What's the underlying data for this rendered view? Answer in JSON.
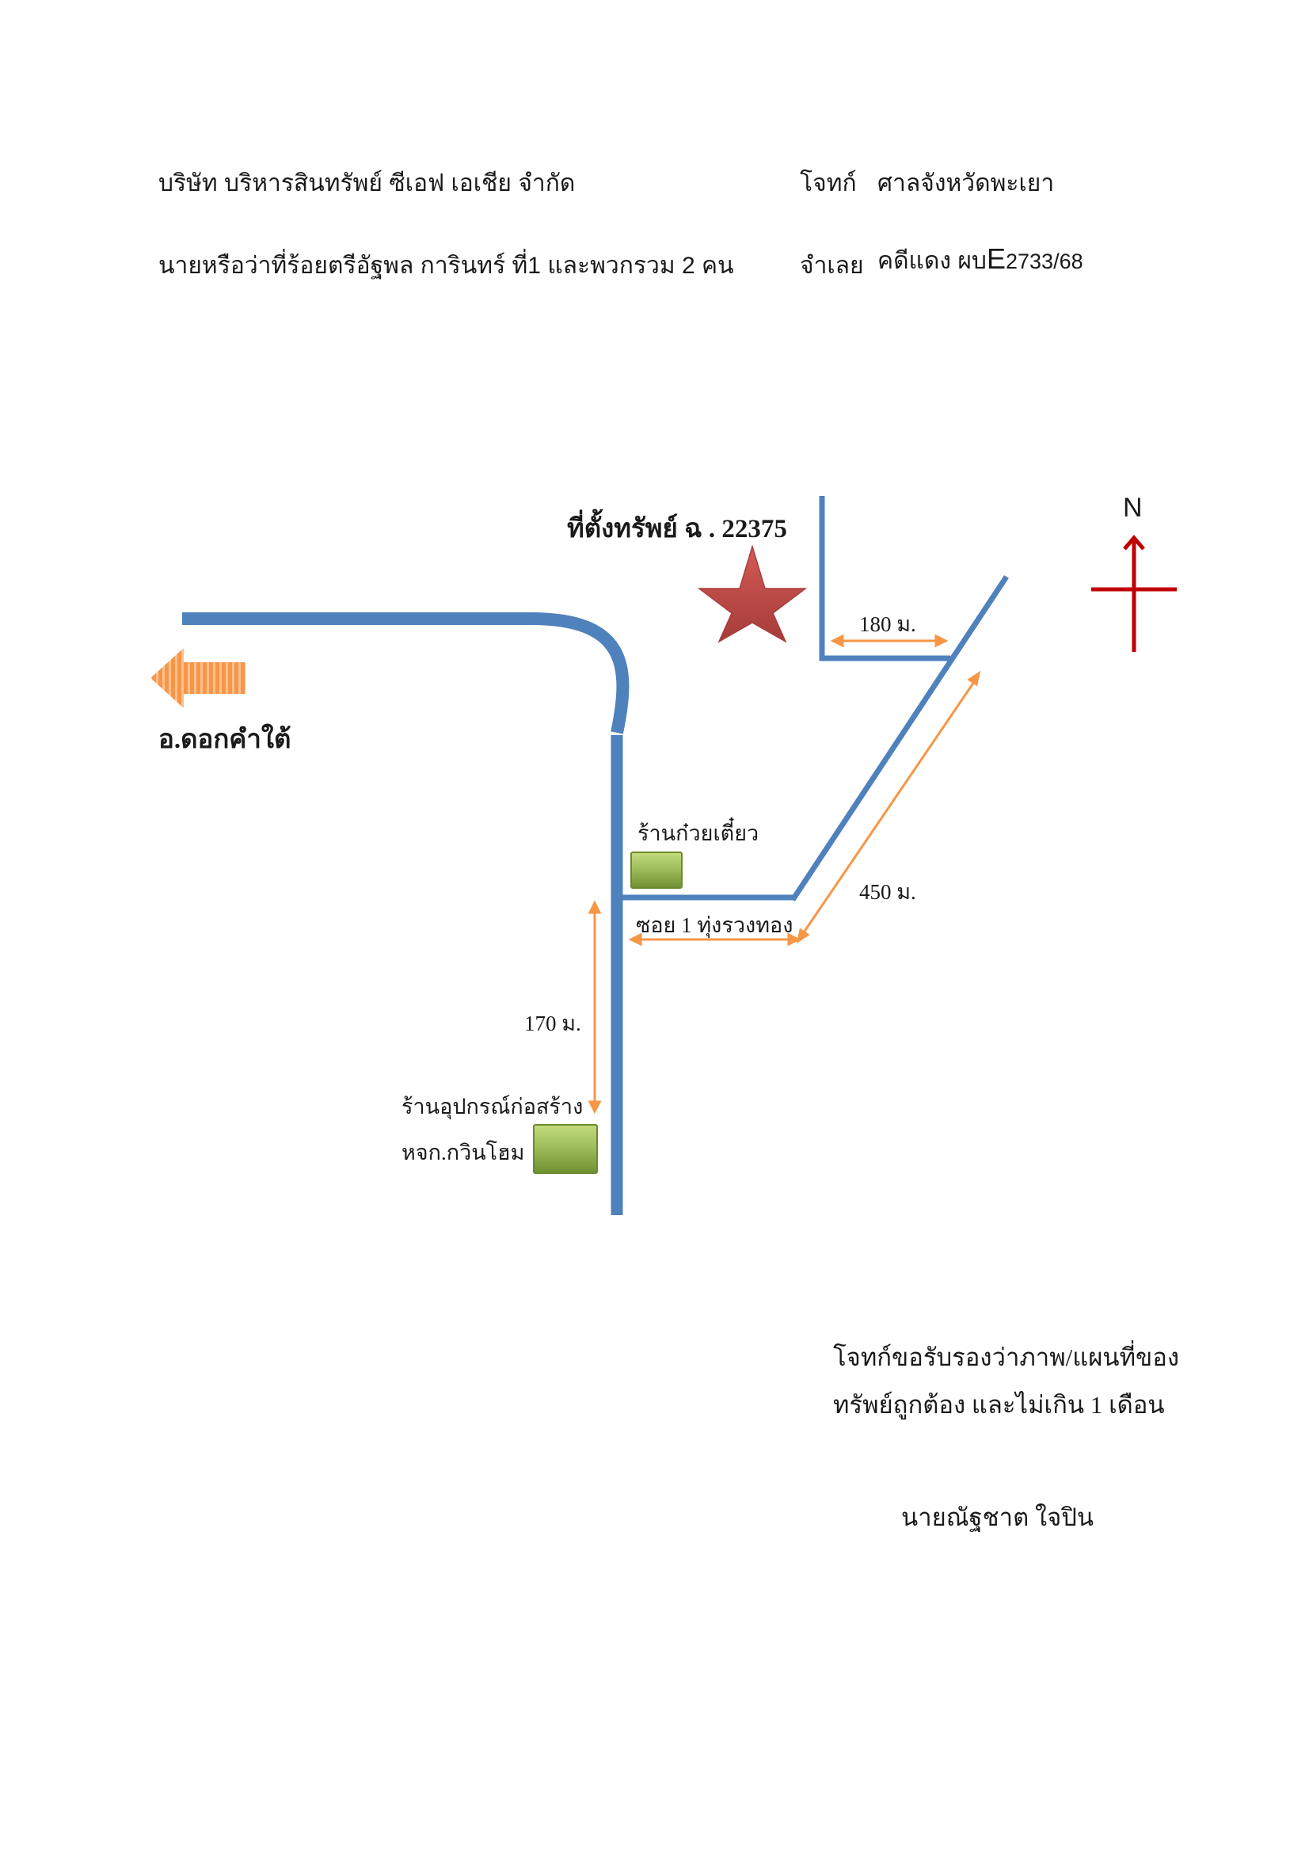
{
  "header": {
    "plaintiff_company": "บริษัท บริหารสินทรัพย์ ซีเอฟ เอเชีย จำกัด",
    "plaintiff_role": "โจทก์",
    "court": "ศาลจังหวัดพะเยา",
    "defendant_names": "นายหรือว่าที่ร้อยตรีอัฐพล  การินทร์ ที่1 และพวกรวม 2 คน",
    "defendant_role": "จำเลย",
    "case_prefix": "คดีแดง ผบ",
    "case_letter": "E",
    "case_number": "2733/68"
  },
  "map": {
    "property_title": "ที่ตั้งทรัพย์ ฉ . 22375",
    "direction_label": "อ.ดอกคำใต้",
    "north_label": "N",
    "shop_noodle": "ร้านก๋วยเตี๋ยว",
    "soi_label": "ซอย 1 ทุ่งรวงทอง",
    "shop_hardware_line1": "ร้านอุปกรณ์ก่อสร้าง",
    "shop_hardware_line2": "หจก.กวินโฮม",
    "dist_180": "180 ม.",
    "dist_450": "450 ม.",
    "dist_170": "170 ม.",
    "colors": {
      "road": "#4f81bd",
      "arrow": "#f79646",
      "star": "#c0504d",
      "north": "#c00000",
      "marker": "#9bbb59"
    }
  },
  "certification": {
    "line1": "โจทก์ขอรับรองว่าภาพ/แผนที่ของ",
    "line2": "ทรัพย์ถูกต้อง และไม่เกิน 1 เดือน",
    "signer": "นายณัฐชาต  ใจปิน"
  }
}
